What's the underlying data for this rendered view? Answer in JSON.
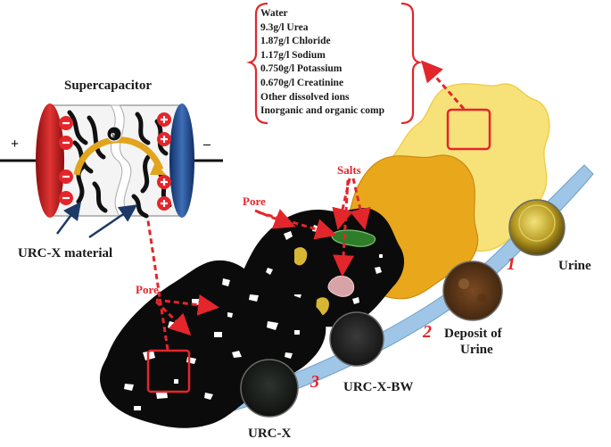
{
  "composition": {
    "lines": [
      "Water",
      "9.3g/l Urea",
      "1.87g/l Chloride",
      "1.17g/l Sodium",
      "0.750g/l Potassium",
      "0.670g/l Creatinine",
      "Other dissolved ions",
      "Inorganic and organic comp"
    ]
  },
  "supercapacitor": {
    "title": "Supercapacitor",
    "plus_terminal": "+",
    "minus_terminal": "–",
    "electron": "e",
    "material_label": "URC-X material"
  },
  "labels": {
    "pore_top": "Pore",
    "pore_left": "Pore",
    "salts": "Salts",
    "urine": "Urine",
    "deposit": "Deposit of\nUrine",
    "urc_bw": "URC-X-BW",
    "urc_x": "URC-X"
  },
  "steps": [
    "1",
    "2",
    "3"
  ],
  "colors": {
    "accent_red": "#e3262b",
    "urine_light": "#f9e27a",
    "urine_orange": "#e8a51a",
    "carbon": "#0b0b0b",
    "arc_blue": "#8fbbe0"
  }
}
